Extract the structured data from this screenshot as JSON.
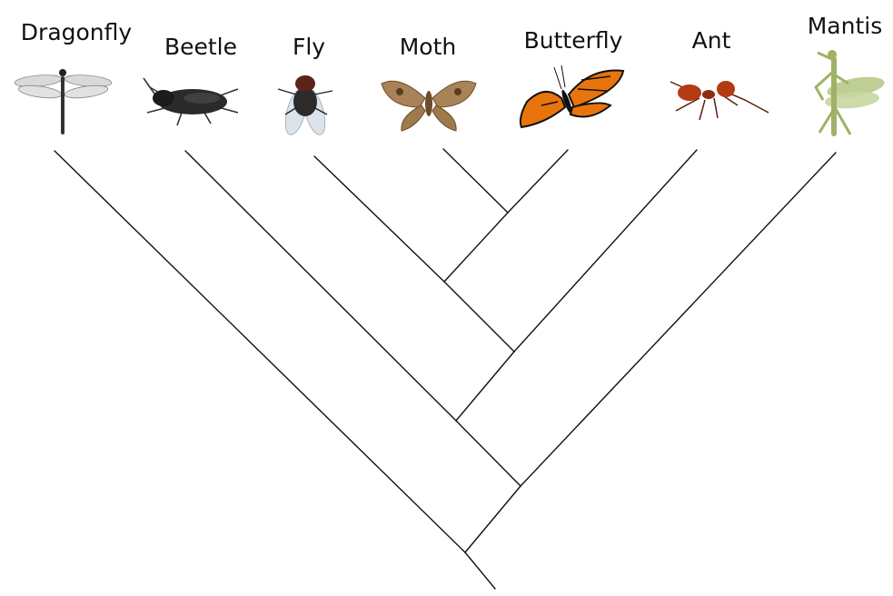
{
  "taxa": [
    {
      "id": "dragonfly",
      "label": "Dragonfly",
      "icon": "dragonfly-icon"
    },
    {
      "id": "beetle",
      "label": "Beetle",
      "icon": "beetle-icon"
    },
    {
      "id": "fly",
      "label": "Fly",
      "icon": "fly-icon"
    },
    {
      "id": "moth",
      "label": "Moth",
      "icon": "moth-icon"
    },
    {
      "id": "butterfly",
      "label": "Butterfly",
      "icon": "butterfly-icon"
    },
    {
      "id": "ant",
      "label": "Ant",
      "icon": "ant-icon"
    },
    {
      "id": "mantis",
      "label": "Mantis",
      "icon": "mantis-icon"
    }
  ],
  "tree": {
    "description_type": "cladogram",
    "topology": "(Dragonfly,(Mantis,(Beetle,(Ant,(Fly,(Moth,Butterfly))))))"
  },
  "colors": {
    "line": "#111111",
    "text": "#111111",
    "background": "#ffffff",
    "butterfly_orange": "#e8740c",
    "ant_red": "#b33a12",
    "mantis_green": "#b7c98a",
    "moth_brown": "#9d7b4a"
  }
}
